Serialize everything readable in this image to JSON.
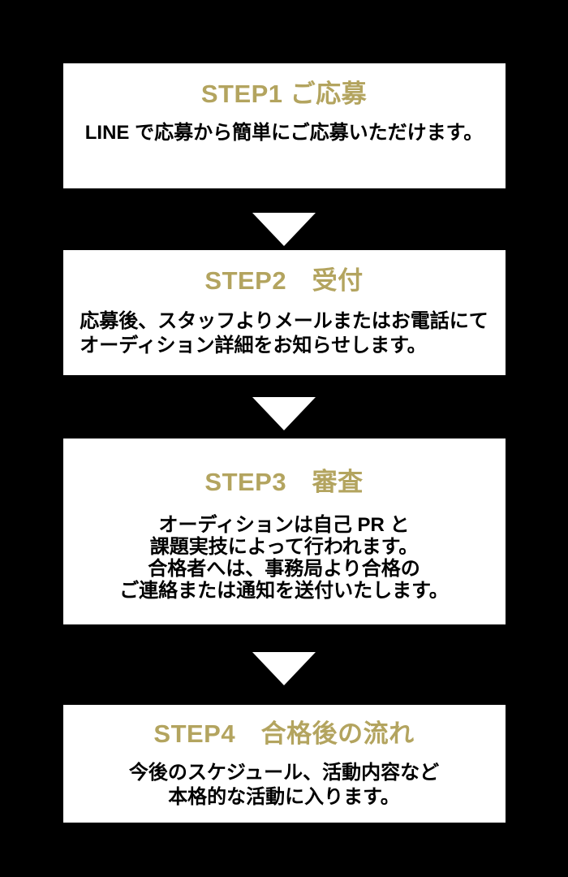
{
  "colors": {
    "background": "#000000",
    "card_background": "#ffffff",
    "step_title_accent": "#b3a45f",
    "body_text": "#000000",
    "arrow": "#ffffff"
  },
  "steps": [
    {
      "title": "STEP1 ご応募",
      "body": [
        "LINE で応募から簡単にご応募いただけます。"
      ]
    },
    {
      "title": "STEP2　受付",
      "body": [
        "応募後、スタッフよりメールまたはお電話にて",
        "オーディション詳細をお知らせします。"
      ]
    },
    {
      "title": "STEP3　審査",
      "body": [
        "オーディションは自己 PR と",
        "課題実技によって行われます。",
        "合格者へは、事務局より合格の",
        "ご連絡または通知を送付いたします。"
      ]
    },
    {
      "title": "STEP4　合格後の流れ",
      "body": [
        "今後のスケジュール、活動内容など",
        "本格的な活動に入ります。"
      ]
    }
  ],
  "arrows": [
    {
      "icon": "down-arrow"
    },
    {
      "icon": "down-arrow"
    },
    {
      "icon": "down-arrow"
    }
  ]
}
